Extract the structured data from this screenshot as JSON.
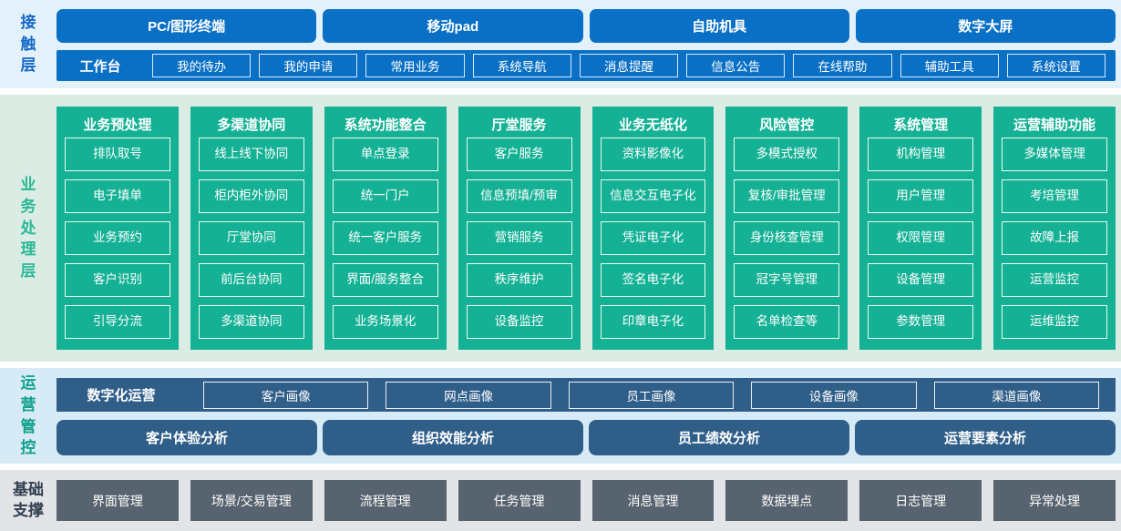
{
  "colors": {
    "accent_blue": "#0a70c6",
    "teal_green": "#14b195",
    "steel_blue": "#2f5e89",
    "slate_gray": "#57636e"
  },
  "contact_layer": {
    "label": "接触层",
    "devices": [
      "PC/图形终端",
      "移动pad",
      "自助机具",
      "数字大屏"
    ],
    "workbench": {
      "label": "工作台",
      "items": [
        "我的待办",
        "我的申请",
        "常用业务",
        "系统导航",
        "消息提醒",
        "信息公告",
        "在线帮助",
        "辅助工具",
        "系统设置"
      ]
    }
  },
  "business_layer": {
    "label": "业务处理层",
    "columns": [
      {
        "title": "业务预处理",
        "items": [
          "排队取号",
          "电子填单",
          "业务预约",
          "客户识别",
          "引导分流"
        ]
      },
      {
        "title": "多渠道协同",
        "items": [
          "线上线下协同",
          "柜内柜外协同",
          "厅堂协同",
          "前后台协同",
          "多渠道协同"
        ]
      },
      {
        "title": "系统功能整合",
        "items": [
          "单点登录",
          "统一门户",
          "统一客户服务",
          "界面/服务整合",
          "业务场景化"
        ]
      },
      {
        "title": "厅堂服务",
        "items": [
          "客户服务",
          "信息预填/预审",
          "营销服务",
          "秩序维护",
          "设备监控"
        ]
      },
      {
        "title": "业务无纸化",
        "items": [
          "资料影像化",
          "信息交互电子化",
          "凭证电子化",
          "签名电子化",
          "印章电子化"
        ]
      },
      {
        "title": "风险管控",
        "items": [
          "多模式授权",
          "复核/审批管理",
          "身份核查管理",
          "冠字号管理",
          "名单检查等"
        ]
      },
      {
        "title": "系统管理",
        "items": [
          "机构管理",
          "用户管理",
          "权限管理",
          "设备管理",
          "参数管理"
        ]
      },
      {
        "title": "运营辅助功能",
        "items": [
          "多媒体管理",
          "考培管理",
          "故障上报",
          "运营监控",
          "运维监控"
        ]
      }
    ]
  },
  "operations_layer": {
    "label": "运营管控",
    "digital_ops": {
      "label": "数字化运营",
      "items": [
        "客户画像",
        "网点画像",
        "员工画像",
        "设备画像",
        "渠道画像"
      ]
    },
    "analysis": [
      "客户体验分析",
      "组织效能分析",
      "员工绩效分析",
      "运营要素分析"
    ]
  },
  "foundation_layer": {
    "label": "基础支撑",
    "items": [
      "界面管理",
      "场景/交易管理",
      "流程管理",
      "任务管理",
      "消息管理",
      "数据埋点",
      "日志管理",
      "异常处理"
    ]
  }
}
